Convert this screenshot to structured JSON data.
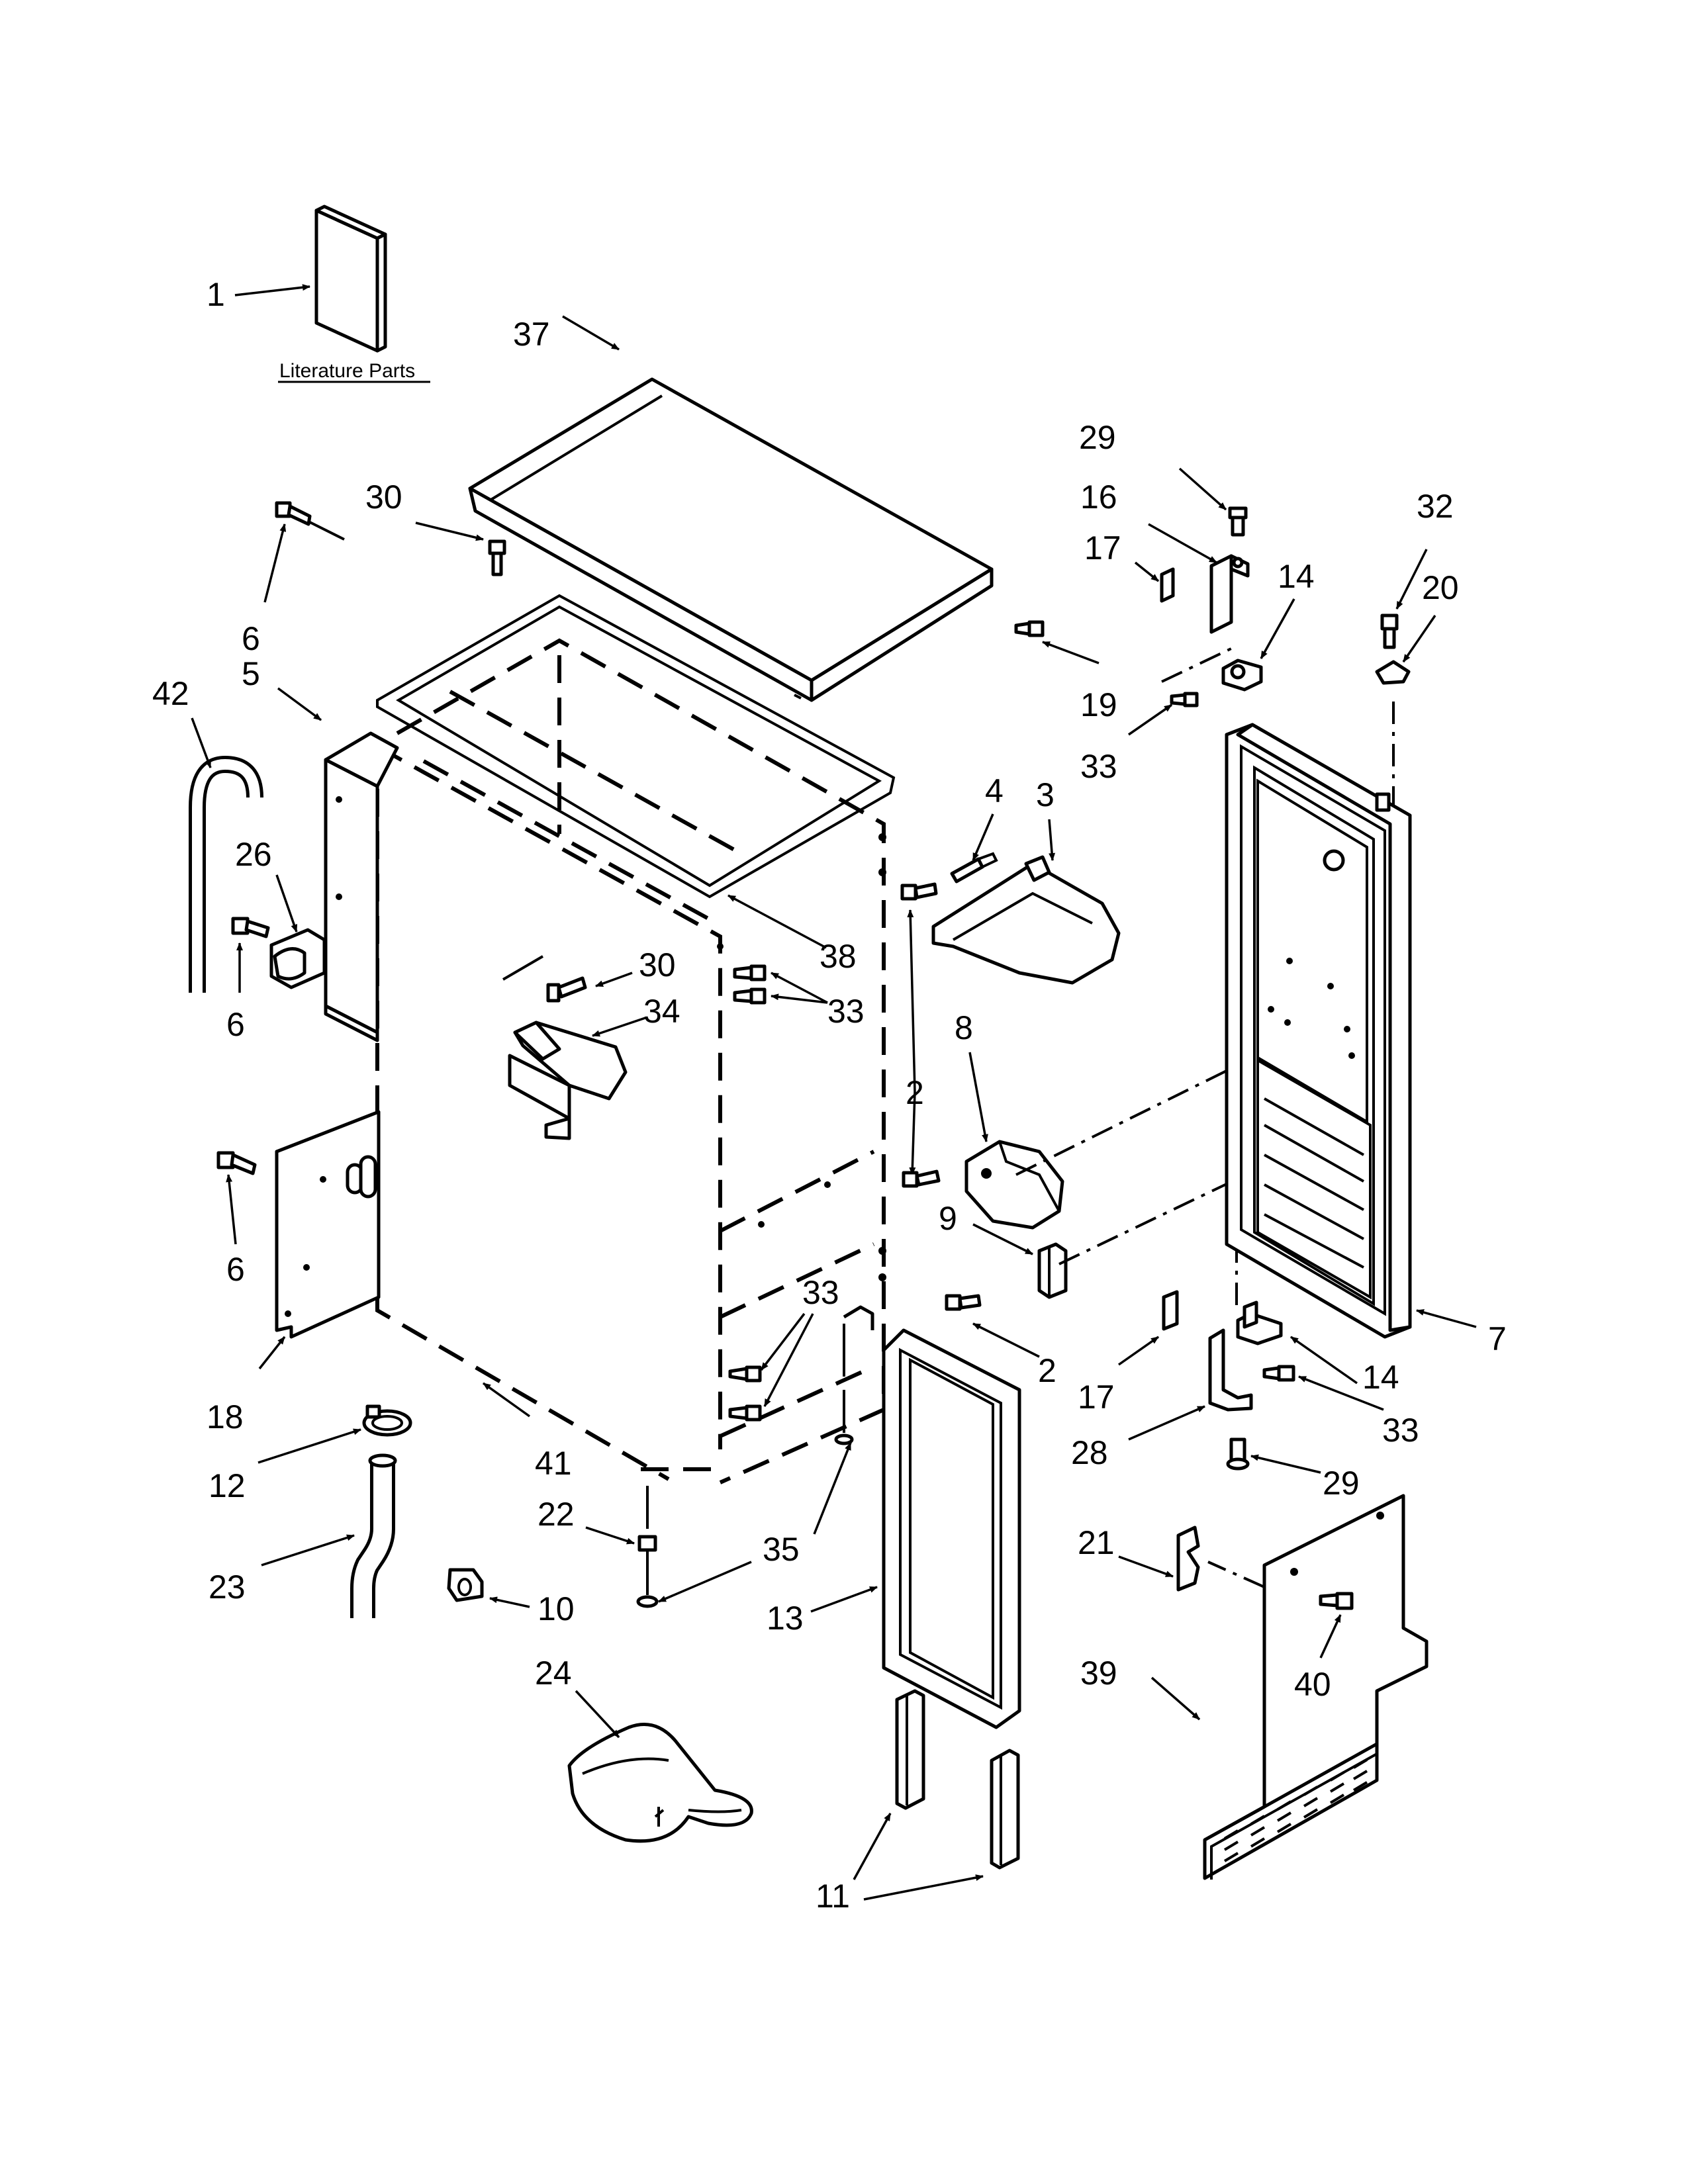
{
  "literature_label": "Literature Parts",
  "callouts": {
    "c1": "1",
    "c37": "37",
    "c30a": "30",
    "c29a": "29",
    "c16": "16",
    "c32": "32",
    "c17a": "17",
    "c14a": "14",
    "c20": "20",
    "c6a": "6",
    "c5": "5",
    "c19": "19",
    "c42": "42",
    "c33a": "33",
    "c4": "4",
    "c3": "3",
    "c26": "26",
    "c38": "38",
    "c6b": "6",
    "c30b": "30",
    "c33b": "33",
    "c34": "34",
    "c2a": "2",
    "c8": "8",
    "c6c": "6",
    "c9": "9",
    "c33c": "33",
    "c7": "7",
    "c18": "18",
    "c2b": "2",
    "c17b": "17",
    "c14b": "14",
    "c41": "41",
    "c28": "28",
    "c33d": "33",
    "c12": "12",
    "c29b": "29",
    "c22": "22",
    "c35": "35",
    "c21": "21",
    "c23": "23",
    "c10": "10",
    "c13": "13",
    "c40": "40",
    "c24": "24",
    "c39": "39",
    "c11": "11"
  }
}
